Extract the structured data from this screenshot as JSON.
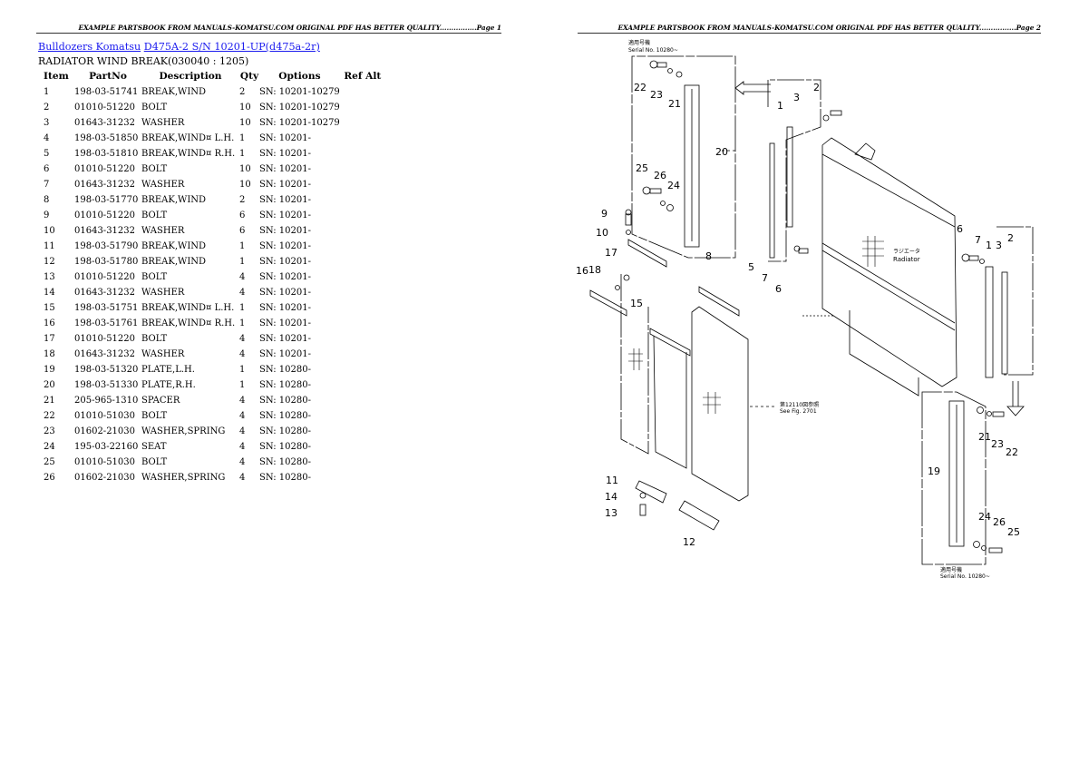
{
  "pages": [
    {
      "header": "EXAMPLE PARTSBOOK FROM MANUALS-KOMATSU.COM ORIGINAL PDF HAS BETTER QUALITY................Page 1",
      "breadcrumb": {
        "link1": "Bulldozers Komatsu",
        "link2": "D475A-2  S/N  10201-UP(d475a-2r)"
      },
      "section_title": "RADIATOR WIND BREAK(030040 : 1205)",
      "table": {
        "headers": [
          "Item",
          "PartNo",
          "Description",
          "Qty",
          "Options",
          "Ref Alt"
        ],
        "rows": [
          {
            "item": "1",
            "part": "198-03-51741",
            "desc": "BREAK,WIND",
            "qty": "2",
            "opt": "SN: 10201-10279"
          },
          {
            "item": "2",
            "part": "01010-51220",
            "desc": "BOLT",
            "qty": "10",
            "opt": "SN: 10201-10279"
          },
          {
            "item": "3",
            "part": "01643-31232",
            "desc": "WASHER",
            "qty": "10",
            "opt": "SN: 10201-10279"
          },
          {
            "item": "4",
            "part": "198-03-51850",
            "desc": "BREAK,WIND¤ L.H.",
            "qty": "1",
            "opt": "SN: 10201-"
          },
          {
            "item": "5",
            "part": "198-03-51810",
            "desc": "BREAK,WIND¤ R.H.",
            "qty": "1",
            "opt": "SN: 10201-"
          },
          {
            "item": "6",
            "part": "01010-51220",
            "desc": "BOLT",
            "qty": "10",
            "opt": "SN: 10201-"
          },
          {
            "item": "7",
            "part": "01643-31232",
            "desc": "WASHER",
            "qty": "10",
            "opt": "SN: 10201-"
          },
          {
            "item": "8",
            "part": "198-03-51770",
            "desc": "BREAK,WIND",
            "qty": "2",
            "opt": "SN: 10201-"
          },
          {
            "item": "9",
            "part": "01010-51220",
            "desc": "BOLT",
            "qty": "6",
            "opt": "SN: 10201-"
          },
          {
            "item": "10",
            "part": "01643-31232",
            "desc": "WASHER",
            "qty": "6",
            "opt": "SN: 10201-"
          },
          {
            "item": "11",
            "part": "198-03-51790",
            "desc": "BREAK,WIND",
            "qty": "1",
            "opt": "SN: 10201-"
          },
          {
            "item": "12",
            "part": "198-03-51780",
            "desc": "BREAK,WIND",
            "qty": "1",
            "opt": "SN: 10201-"
          },
          {
            "item": "13",
            "part": "01010-51220",
            "desc": "BOLT",
            "qty": "4",
            "opt": "SN: 10201-"
          },
          {
            "item": "14",
            "part": "01643-31232",
            "desc": "WASHER",
            "qty": "4",
            "opt": "SN: 10201-"
          },
          {
            "item": "15",
            "part": "198-03-51751",
            "desc": "BREAK,WIND¤ L.H.",
            "qty": "1",
            "opt": "SN: 10201-"
          },
          {
            "item": "16",
            "part": "198-03-51761",
            "desc": "BREAK,WIND¤ R.H.",
            "qty": "1",
            "opt": "SN: 10201-"
          },
          {
            "item": "17",
            "part": "01010-51220",
            "desc": "BOLT",
            "qty": "4",
            "opt": "SN: 10201-"
          },
          {
            "item": "18",
            "part": "01643-31232",
            "desc": "WASHER",
            "qty": "4",
            "opt": "SN: 10201-"
          },
          {
            "item": "19",
            "part": "198-03-51320",
            "desc": "PLATE,L.H.",
            "qty": "1",
            "opt": "SN: 10280-"
          },
          {
            "item": "20",
            "part": "198-03-51330",
            "desc": "PLATE,R.H.",
            "qty": "1",
            "opt": "SN: 10280-"
          },
          {
            "item": "21",
            "part": "205-965-1310",
            "desc": "SPACER",
            "qty": "4",
            "opt": "SN: 10280-"
          },
          {
            "item": "22",
            "part": "01010-51030",
            "desc": "BOLT",
            "qty": "4",
            "opt": "SN: 10280-"
          },
          {
            "item": "23",
            "part": "01602-21030",
            "desc": "WASHER,SPRING",
            "qty": "4",
            "opt": "SN: 10280-"
          },
          {
            "item": "24",
            "part": "195-03-22160",
            "desc": "SEAT",
            "qty": "4",
            "opt": "SN: 10280-"
          },
          {
            "item": "25",
            "part": "01010-51030",
            "desc": "BOLT",
            "qty": "4",
            "opt": "SN: 10280-"
          },
          {
            "item": "26",
            "part": "01602-21030",
            "desc": "WASHER,SPRING",
            "qty": "4",
            "opt": "SN: 10280-"
          }
        ]
      }
    },
    {
      "header": "EXAMPLE PARTSBOOK FROM MANUALS-KOMATSU.COM ORIGINAL PDF HAS BETTER QUALITY................Page 2",
      "diagram": {
        "serial_top_jp": "適用号機",
        "serial_top": "Serial  No. 10280~",
        "serial_bottom_jp": "適用号機",
        "serial_bottom": "Serial  No. 10280~",
        "radiator_jp": "ラジエータ",
        "radiator": "Radiator",
        "see_fig_jp": "第12110図参照",
        "see_fig": "See  Fig. 2701",
        "callouts": [
          "1",
          "2",
          "3",
          "5",
          "6",
          "7",
          "8",
          "9",
          "10",
          "11",
          "12",
          "13",
          "14",
          "15",
          "16",
          "17",
          "18",
          "19",
          "20",
          "21",
          "22",
          "23",
          "24",
          "25",
          "26"
        ]
      }
    }
  ]
}
